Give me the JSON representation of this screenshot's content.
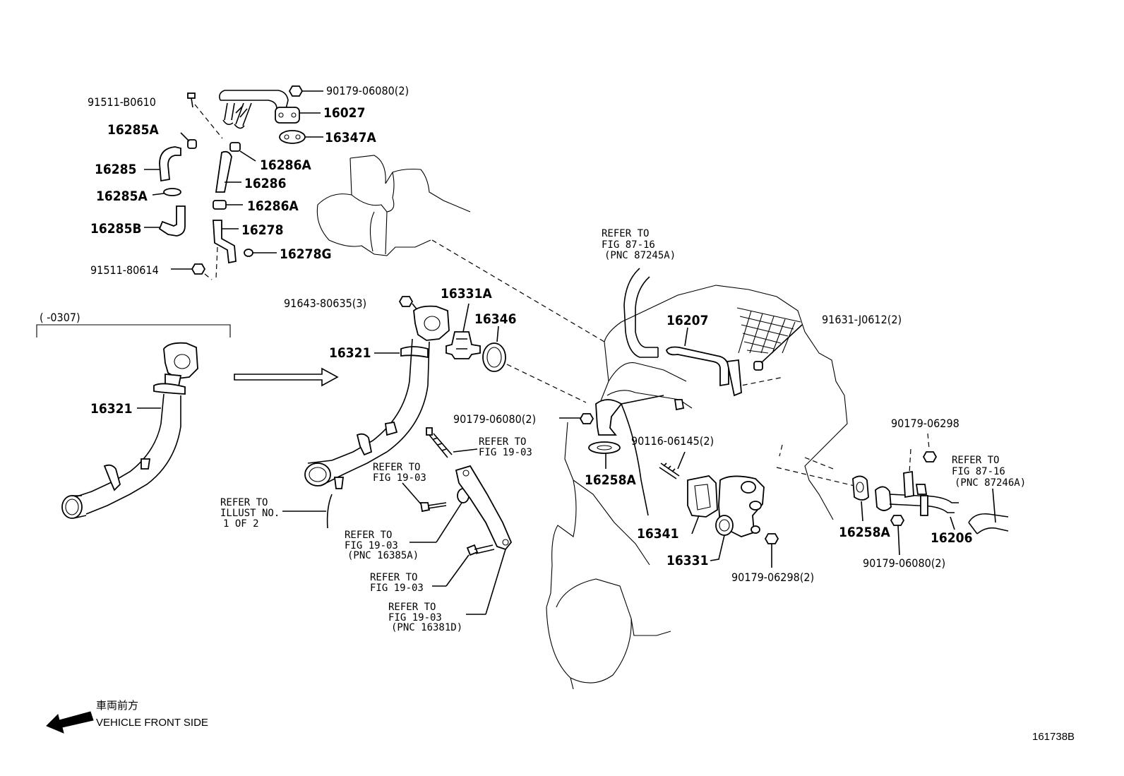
{
  "labels": {
    "p91511_b0610": "91511-B0610",
    "p90179_06080_top": "90179-06080(2)",
    "p16027": "16027",
    "p16347a": "16347A",
    "p16285a_1": "16285A",
    "p16286a_1": "16286A",
    "p16285": "16285",
    "p16286": "16286",
    "p16285a_2": "16285A",
    "p16286a_2": "16286A",
    "p16285b": "16285B",
    "p16278": "16278",
    "p16278g": "16278G",
    "p91511_80614": "91511-80614",
    "p91643_80635": "91643-80635(3)",
    "p16331a": "16331A",
    "p16346": "16346",
    "p16321_right": "16321",
    "p16321_left": "16321",
    "bracket_range": "(      -0307)",
    "p16207": "16207",
    "p91631_j0612": "91631-J0612(2)",
    "p90179_06080_mid": "90179-06080(2)",
    "p16258a_mid": "16258A",
    "p90116_06145": "90116-06145(2)",
    "p16341": "16341",
    "p16331": "16331",
    "p90179_06298_2": "90179-06298(2)",
    "p90179_06298": "90179-06298",
    "p16258a_right": "16258A",
    "p16206": "16206",
    "p90179_06080_right": "90179-06080(2)",
    "refer_to": "REFER TO",
    "fig_87_16": "FIG 87-16",
    "pnc_87245a": "(PNC 87245A)",
    "pnc_87246a": "(PNC 87246A)",
    "fig_19_03": "FIG 19-03",
    "pnc_16385a": "(PNC 16385A)",
    "pnc_16381d": "(PNC 16381D)",
    "illust_no": "ILLUST NO.",
    "one_of_two": "1 OF 2",
    "front_jp": "車両前方",
    "front_en": "VEHICLE FRONT SIDE",
    "figure_id": "161738B"
  },
  "icons": {
    "front_arrow": "arrow-left-icon",
    "flow_arrow": "arrow-right-icon"
  }
}
